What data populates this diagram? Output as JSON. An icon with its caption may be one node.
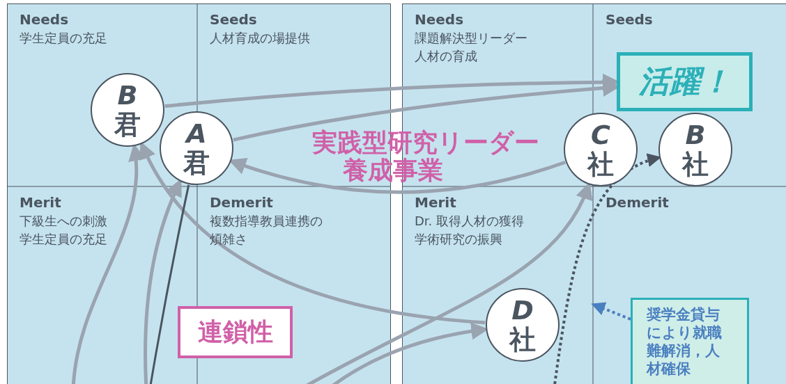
{
  "diagram": {
    "nodes": [
      {
        "text": [
          "B",
          "君"
        ]
      },
      {
        "text": [
          "A",
          "君"
        ]
      },
      {
        "text": [
          "活躍！"
        ]
      },
      {
        "text": [
          "C",
          "社"
        ]
      },
      {
        "text": [
          "B",
          "社"
        ]
      },
      {
        "text": [
          "D",
          "社"
        ]
      },
      {
        "text": [
          "連鎖性"
        ]
      },
      {
        "text": [
          "奨学金貸与により就職難解消，人材確保"
        ]
      }
    ],
    "edges": [
      {
        "from": 0,
        "to": 2,
        "arrow": "to"
      },
      {
        "from": 1,
        "to": 2,
        "arrow": "to"
      },
      {
        "from": 3,
        "to": 1,
        "arrow": "to"
      },
      {
        "from": 5,
        "to": 0,
        "arrow": "to"
      },
      {
        "from": null,
        "to": 0,
        "arrow": "to"
      },
      {
        "from": null,
        "to": 1,
        "arrow": "to"
      },
      {
        "from": 1,
        "to": null,
        "arrow": "none",
        "color": "#4a5560"
      },
      {
        "from": null,
        "to": 3,
        "arrow": "to"
      },
      {
        "from": null,
        "to": 5,
        "arrow": "to"
      },
      {
        "from": null,
        "to": 4,
        "arrow": "to",
        "style": "dashed",
        "color": "#4a5560"
      },
      {
        "from": 7,
        "to": null,
        "arrow": "to",
        "style": "dashed",
        "color": "#4a7fc0"
      }
    ],
    "labels": [
      "Needs",
      "学生定員の充足",
      "Seeds",
      "人材育成の場提供",
      "Needs",
      "課題解決型リーダー人材の育成",
      "Seeds",
      "実践型研究リーダー養成事業",
      "Merit",
      "下級生への刺激",
      "学生定員の充足",
      "Demerit",
      "複数指導教員連携の煩雑さ",
      "Merit",
      "Dr. 取得人材の獲得",
      "学術研究の振興",
      "Demerit"
    ]
  }
}
